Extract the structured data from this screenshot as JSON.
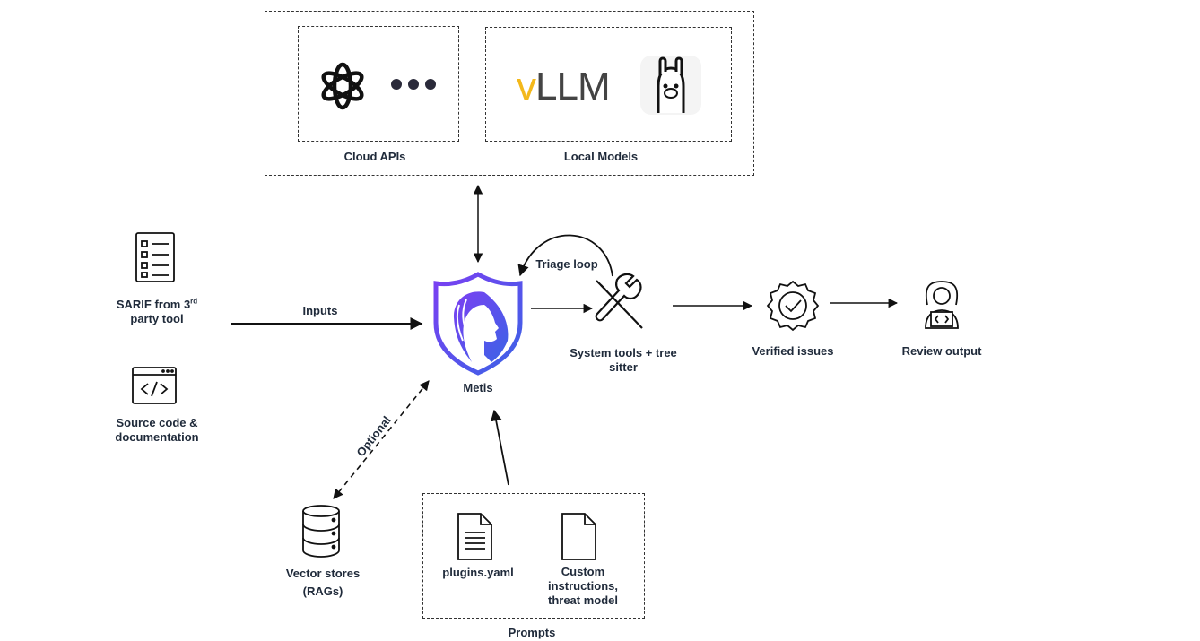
{
  "groups": {
    "cloud_apis": "Cloud APIs",
    "local_models": "Local Models",
    "prompts": "Prompts"
  },
  "logos": {
    "vllm_text": "LLM",
    "vllm_v": "v"
  },
  "nodes": {
    "sarif_main": "SARIF from 3",
    "sarif_sup": "rd",
    "sarif_tail": "party tool",
    "source_code": "Source code &",
    "source_code_2": "documentation",
    "metis": "Metis",
    "system_tools": "System tools + tree",
    "system_tools_2": "sitter",
    "verified": "Verified issues",
    "review": "Review output",
    "vector_stores": "Vector stores",
    "vector_stores_2": "(RAGs)",
    "plugins": "plugins.yaml",
    "custom_1": "Custom",
    "custom_2": "instructions,",
    "custom_3": "threat model"
  },
  "edges": {
    "inputs": "Inputs",
    "triage_loop": "Triage loop",
    "optional": "Optional"
  },
  "colors": {
    "ink": "#1f2a3a",
    "metis_purple": "#6a3df0",
    "metis_blue": "#3b63e6",
    "vllm_yellow": "#f3b81b",
    "vllm_blue": "#2f78c4"
  }
}
